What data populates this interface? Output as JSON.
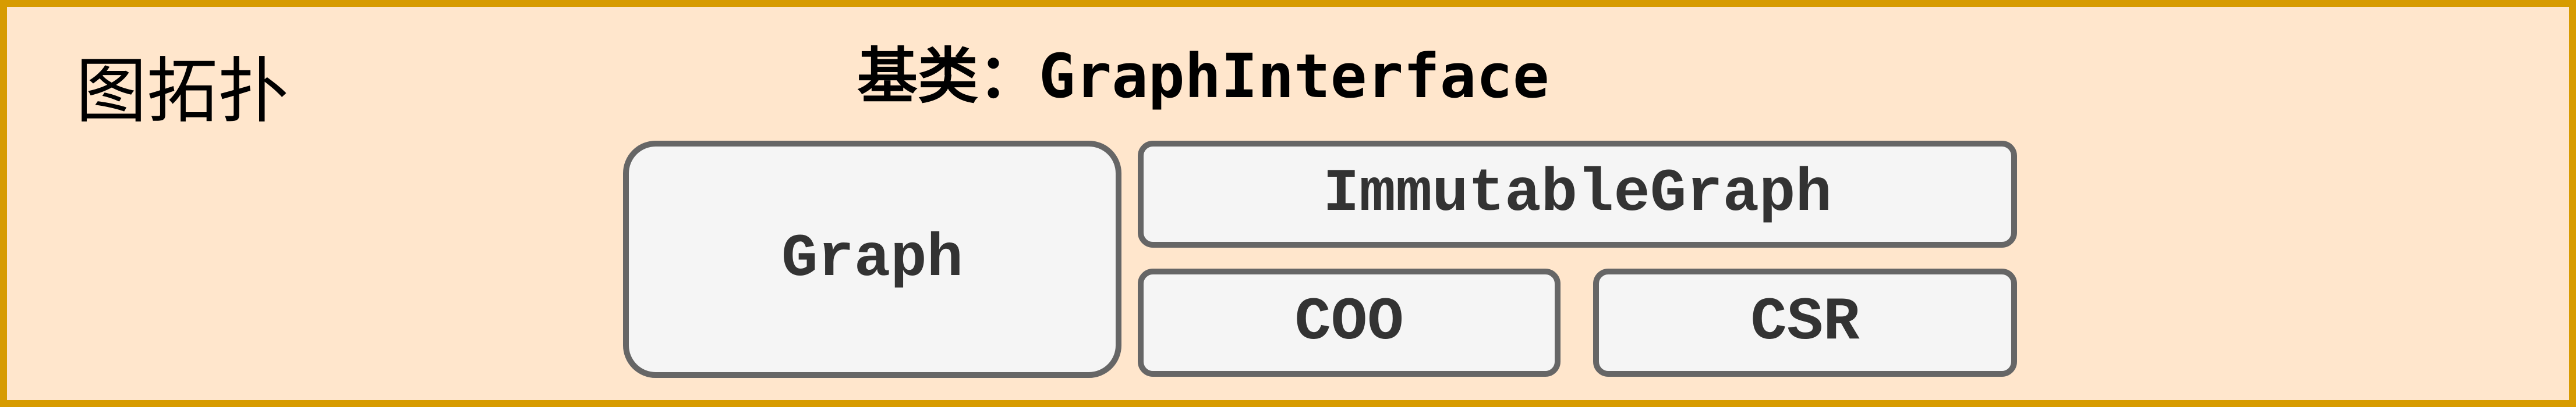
{
  "diagram": {
    "side_label": "图拓扑",
    "title_prefix": "基类：",
    "title_name": "GraphInterface",
    "nodes": {
      "graph": "Graph",
      "immutable_graph": "ImmutableGraph",
      "coo": "COO",
      "csr": "CSR"
    },
    "colors": {
      "container_fill": "#FFE6CC",
      "container_border": "#D79B00",
      "node_fill": "#F5F5F5",
      "node_border": "#666666",
      "node_text": "#333333"
    }
  }
}
